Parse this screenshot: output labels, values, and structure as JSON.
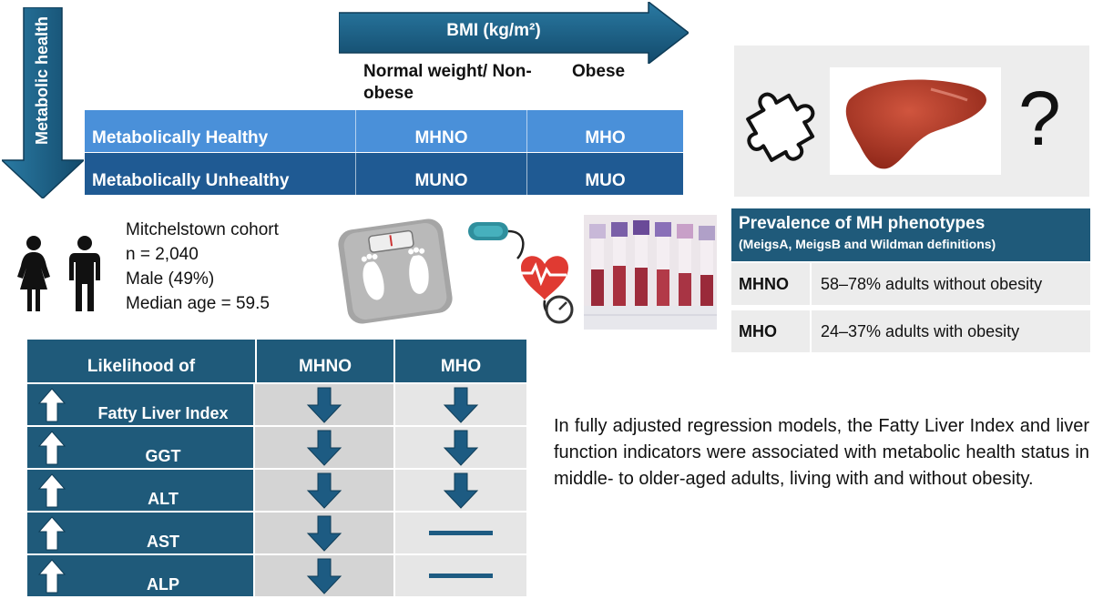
{
  "bmi_axis": {
    "label": "BMI (kg/m²)",
    "columns": [
      "Normal weight/ Non-obese",
      "Obese"
    ]
  },
  "metabolic_axis": {
    "label": "Metabolic health"
  },
  "phenotype_grid": {
    "rows": [
      {
        "label": "Metabolically Healthy",
        "cells": [
          "MHNO",
          "MHO"
        ]
      },
      {
        "label": "Metabolically Unhealthy",
        "cells": [
          "MUNO",
          "MUO"
        ]
      }
    ]
  },
  "cohort": {
    "lines": [
      "Mitchelstown cohort",
      "n = 2,040",
      "Male (49%)",
      "Median age = 59.5"
    ]
  },
  "question_mark": "?",
  "prevalence": {
    "title": "Prevalence of MH phenotypes",
    "subtitle": "(MeigsA, MeigsB and Wildman definitions)",
    "rows": [
      {
        "phenotype": "MHNO",
        "value": "58–78% adults without obesity"
      },
      {
        "phenotype": "MHO",
        "value": "24–37% adults with obesity"
      }
    ]
  },
  "likelihood_table": {
    "headers": [
      "Likelihood of",
      "MHNO",
      "MHO"
    ],
    "rows": [
      {
        "label": "Fatty Liver Index",
        "MHNO": "down",
        "MHO": "down"
      },
      {
        "label": "GGT",
        "MHNO": "down",
        "MHO": "down"
      },
      {
        "label": "ALT",
        "MHNO": "down",
        "MHO": "down"
      },
      {
        "label": "AST",
        "MHNO": "down",
        "MHO": "none"
      },
      {
        "label": "ALP",
        "MHNO": "down",
        "MHO": "none"
      }
    ]
  },
  "conclusion": "In fully adjusted regression models, the Fatty Liver Index and liver function indicators were associated with metabolic health status in middle- to older-aged adults, living with and without obesity.",
  "colors": {
    "dark_teal": "#1f5a7a",
    "light_blue": "#4a90d9",
    "mid_blue": "#1f5a93",
    "arrow_blue": "#1d5b82",
    "liver": "#b8392b"
  }
}
